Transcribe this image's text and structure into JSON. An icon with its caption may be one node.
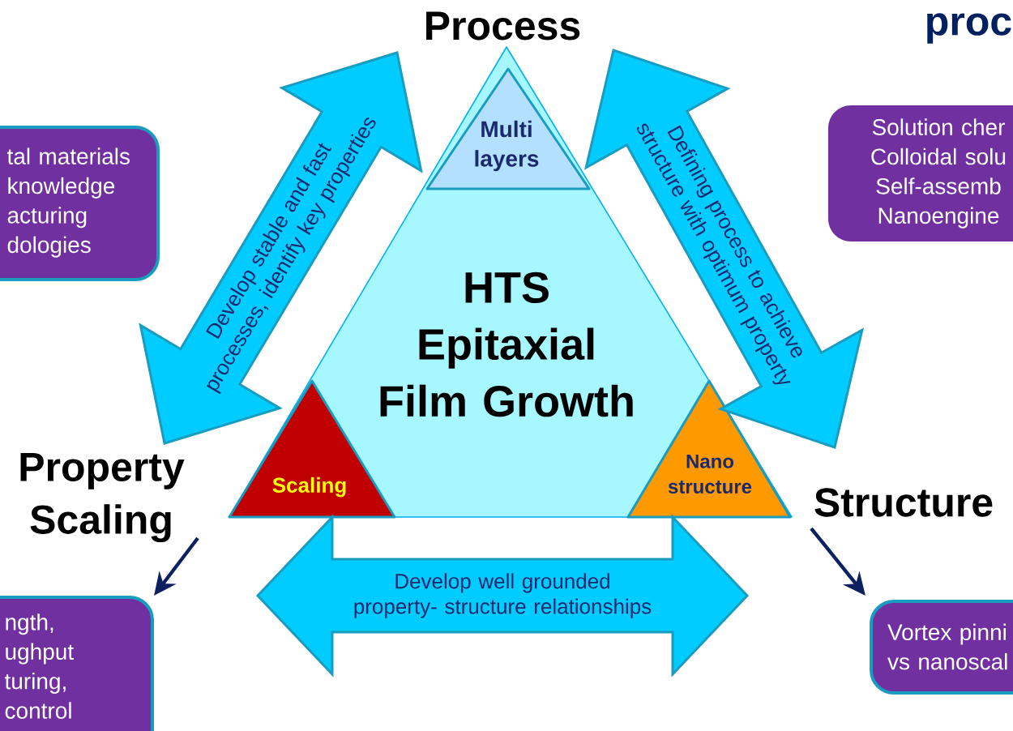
{
  "diagram": {
    "nodes": [
      {
        "text": [
          "HTS",
          "Epitaxial Film Growth"
        ]
      },
      {
        "text": [
          "Multi layers"
        ],
        "in": 0
      },
      {
        "text": [
          "Scaling"
        ],
        "in": 0
      },
      {
        "text": [
          "Nano structure"
        ],
        "in": 0
      },
      {
        "text": [
          "Process"
        ]
      },
      {
        "text": [
          "Property Scaling"
        ]
      },
      {
        "text": [
          "Structure"
        ]
      },
      {
        "text": [
          "tal materials knowledge acturing dologies"
        ]
      },
      {
        "text": [
          "Solution cher Colloidal solu Self-assemb Nanoengine"
        ]
      },
      {
        "text": [
          "ngth, ughput turing, control"
        ]
      },
      {
        "text": [
          "Vortex pinni vs nanoscal"
        ]
      }
    ],
    "edges": [
      {
        "from": 1,
        "to": 2,
        "arrow": "both",
        "label": "Develop stable and fast processes, identify key properties"
      },
      {
        "from": 1,
        "to": 3,
        "arrow": "both",
        "label": "Defining process to achieve structure with optimum property"
      },
      {
        "from": 2,
        "to": 3,
        "arrow": "both",
        "label": "Develop well grounded property- structure relationships"
      },
      {
        "from": 5,
        "to": 9,
        "arrow": "to",
        "color": "#0d2060"
      },
      {
        "from": 6,
        "to": 10,
        "arrow": "to",
        "color": "#0d2060"
      }
    ],
    "labels": [
      "proc"
    ]
  }
}
